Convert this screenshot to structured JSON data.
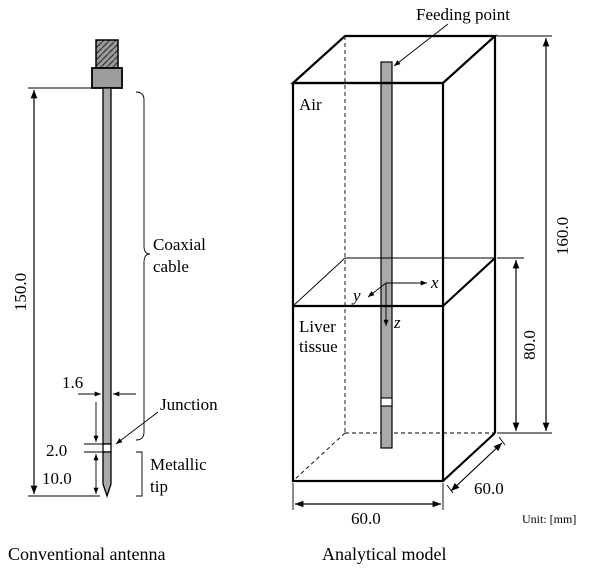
{
  "left_diagram": {
    "caption": "Conventional antenna",
    "dim_length": "150.0",
    "dim_diameter": "1.6",
    "dim_gap": "2.0",
    "dim_tip": "10.0",
    "label_coaxial_line1": "Coaxial",
    "label_coaxial_line2": "cable",
    "label_junction": "Junction",
    "label_metallic_line1": "Metallic",
    "label_metallic_line2": "tip"
  },
  "right_diagram": {
    "caption": "Analytical model",
    "label_feeding": "Feeding point",
    "label_air": "Air",
    "label_liver_line1": "Liver",
    "label_liver_line2": "tissue",
    "axis_x": "x",
    "axis_y": "y",
    "axis_z": "z",
    "dim_height": "160.0",
    "dim_tissue": "80.0",
    "dim_width": "60.0",
    "dim_depth": "60.0",
    "unit": "Unit: [mm]"
  },
  "colors": {
    "antenna_gray": "#a9a9a9",
    "line": "#000000"
  }
}
